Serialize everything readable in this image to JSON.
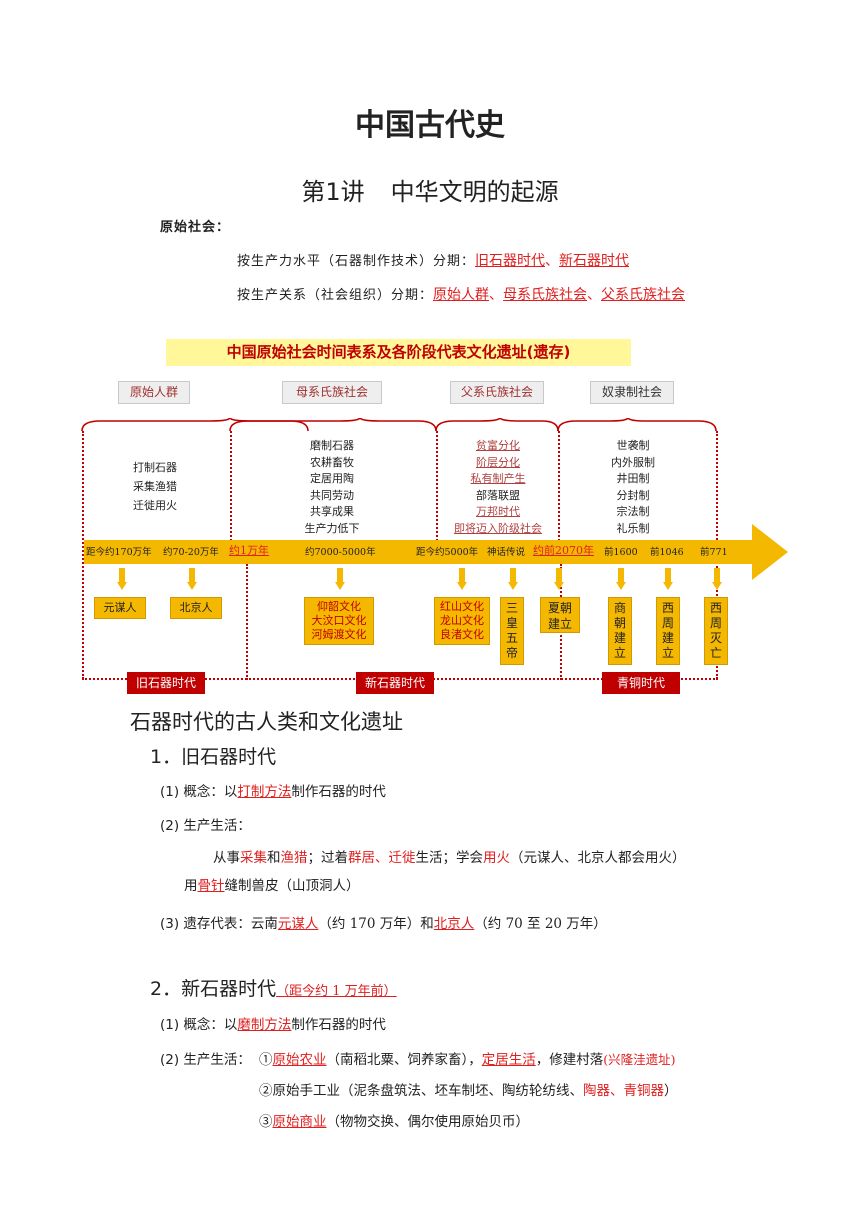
{
  "title": "中国古代史",
  "lecture": {
    "number": "第1讲",
    "name": "中华文明的起源"
  },
  "primitive_label": "原始社会：",
  "periodization": [
    {
      "prefix": "按生产力水平（石器制作技术）分期：",
      "values": [
        "旧石器时代",
        "新石器时代"
      ],
      "sep": "、"
    },
    {
      "prefix": "按生产关系（社会组织）分期：",
      "values": [
        "原始人群",
        "母系氏族社会",
        "父系氏族社会"
      ],
      "sep": "、"
    }
  ],
  "diagram": {
    "title": "中国原始社会时间表系及各阶段代表文化遗址(遗存)",
    "stages": [
      "原始人群",
      "母系氏族社会",
      "父系氏族社会",
      "奴隶制社会"
    ],
    "desc": {
      "primitive": [
        "打制石器",
        "采集渔猎",
        "迁徙用火"
      ],
      "matriarchal": [
        "磨制石器",
        "农耕畜牧",
        "定居用陶",
        "共同劳动",
        "共享成果",
        "生产力低下"
      ],
      "patriarchal": [
        "贫富分化",
        "阶层分化",
        "私有制产生",
        "部落联盟",
        "万邦时代",
        "即将迈入阶级社会"
      ],
      "slavery": [
        "世袭制",
        "内外服制",
        "井田制",
        "分封制",
        "宗法制",
        "礼乐制"
      ]
    },
    "timeline": [
      "距今约170万年",
      "约70-20万年",
      "约1万年",
      "约7000-5000年",
      "距今约5000年",
      "神话传说",
      "约前2070年",
      "前1600",
      "前1046",
      "前771"
    ],
    "sites": {
      "yuanmou": "元谋人",
      "beijing": "北京人",
      "matri": [
        "仰韶文化",
        "大汶口文化",
        "河姆渡文化"
      ],
      "patri": [
        "红山文化",
        "龙山文化",
        "良渚文化"
      ],
      "sanhuang": [
        "三",
        "皇",
        "五",
        "帝"
      ],
      "xia": [
        "夏朝",
        "建立"
      ],
      "shang": [
        "商",
        "朝",
        "建",
        "立"
      ],
      "xizhou": [
        "西",
        "周",
        "建",
        "立"
      ],
      "xizhou_end": [
        "西",
        "周",
        "灭",
        "亡"
      ]
    },
    "eras": [
      "旧石器时代",
      "新石器时代",
      "青铜时代"
    ]
  },
  "section_heading": "石器时代的古人类和文化遗址",
  "paleo": {
    "heading": "1．旧石器时代",
    "concept_label": "(1)  概念：",
    "concept": [
      "以",
      "打制方法",
      "制作石器的时代"
    ],
    "life_label": "(2)  生产生活：",
    "life_line1": [
      "从事",
      "采集",
      "和",
      "渔猎",
      "；过着",
      "群居、迁徙",
      "生活；学会",
      "用火",
      "（元谋人、北京人都会用火）"
    ],
    "life_line2": [
      "用",
      "骨针",
      "缝制兽皮（山顶洞人）"
    ],
    "relics_label": "(3)  遗存代表：",
    "relics": [
      "云南",
      "元谋人",
      "（约 170 万年）和",
      "北京人",
      "（约 70 至 20 万年）"
    ]
  },
  "neo": {
    "heading": "2．新石器时代",
    "heading_note": "（距今约 1 万年前）",
    "concept_label": "(1)  概念：",
    "concept": [
      "以",
      "磨制方法",
      "制作石器的时代"
    ],
    "life_label": "(2)  生产生活：",
    "line1": [
      "①",
      "原始农业",
      "（南稻北粟、饲养家畜），",
      "定居生活",
      "，修建村落",
      "(兴隆洼遗址)"
    ],
    "line2": [
      "②原始手工业（泥条盘筑法、坯车制坯、陶纺轮纺线、",
      "陶器、青铜器",
      "）"
    ],
    "line3": [
      "③",
      "原始商业",
      "（物物交换、偶尔使用原始贝币）"
    ]
  },
  "colors": {
    "accent_red": "#e02020",
    "era_red": "#c00000",
    "timeline_yellow": "#f5b800",
    "title_bg": "#fff79a"
  }
}
